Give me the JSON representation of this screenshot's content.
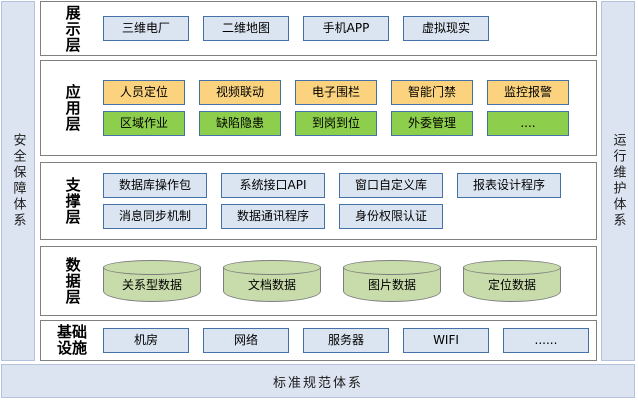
{
  "bands": {
    "left": {
      "name": "security-assurance-system",
      "text": "安全保障体系"
    },
    "right": {
      "name": "operation-maintenance-system",
      "text": "运行维护体系"
    },
    "bottom": {
      "name": "standards-specifications-system",
      "text": "标准规范体系"
    }
  },
  "colors": {
    "band_fill": "#dce4f1",
    "band_border": "#b4c2dc",
    "layer_border": "#808080",
    "box_blue_fill": "#dbe5f1",
    "box_gold_fill": "#fbd37f",
    "box_green_fill": "#8dce4c",
    "box_border": "#4472a8",
    "cylinder_fill": "#c7dcaa",
    "cylinder_border": "#7d7d7d"
  },
  "layers": [
    {
      "id": "presentation",
      "label": "展示层",
      "label_style": "vertical",
      "rows": [
        {
          "items": [
            {
              "label": "三维电厂",
              "style": "blue",
              "width": 86
            },
            {
              "label": "二维地图",
              "style": "blue",
              "width": 86
            },
            {
              "label": "手机APP",
              "style": "blue",
              "width": 86
            },
            {
              "label": "虚拟现实",
              "style": "blue",
              "width": 86
            }
          ]
        }
      ]
    },
    {
      "id": "application",
      "label": "应用层",
      "label_style": "vertical",
      "rows": [
        {
          "items": [
            {
              "label": "人员定位",
              "style": "gold",
              "width": 82
            },
            {
              "label": "视频联动",
              "style": "gold",
              "width": 82
            },
            {
              "label": "电子围栏",
              "style": "gold",
              "width": 82
            },
            {
              "label": "智能门禁",
              "style": "gold",
              "width": 82
            },
            {
              "label": "监控报警",
              "style": "gold",
              "width": 82
            }
          ]
        },
        {
          "items": [
            {
              "label": "区域作业",
              "style": "green",
              "width": 82
            },
            {
              "label": "缺陷隐患",
              "style": "green",
              "width": 82
            },
            {
              "label": "到岗到位",
              "style": "green",
              "width": 82
            },
            {
              "label": "外委管理",
              "style": "green",
              "width": 82
            },
            {
              "label": "....",
              "style": "green",
              "width": 82
            }
          ]
        }
      ]
    },
    {
      "id": "support",
      "label": "支撑层",
      "label_style": "vertical",
      "rows": [
        {
          "items": [
            {
              "label": "数据库操作包",
              "style": "blue",
              "width": 104
            },
            {
              "label": "系统接口API",
              "style": "blue",
              "width": 104
            },
            {
              "label": "窗口自定义库",
              "style": "blue",
              "width": 104
            },
            {
              "label": "报表设计程序",
              "style": "blue",
              "width": 104
            }
          ]
        },
        {
          "items": [
            {
              "label": "消息同步机制",
              "style": "blue",
              "width": 104
            },
            {
              "label": "数据通讯程序",
              "style": "blue",
              "width": 104
            },
            {
              "label": "身份权限认证",
              "style": "blue",
              "width": 104
            }
          ]
        }
      ]
    },
    {
      "id": "data",
      "label": "数据层",
      "label_style": "vertical",
      "cylinders": [
        {
          "label": "关系型数据"
        },
        {
          "label": "文档数据"
        },
        {
          "label": "图片数据"
        },
        {
          "label": "定位数据"
        }
      ]
    },
    {
      "id": "infra",
      "label": "基础\n设施",
      "label_style": "twoline",
      "rows": [
        {
          "items": [
            {
              "label": "机房",
              "style": "blue",
              "width": 86
            },
            {
              "label": "网络",
              "style": "blue",
              "width": 86
            },
            {
              "label": "服务器",
              "style": "blue",
              "width": 86
            },
            {
              "label": "WIFI",
              "style": "blue",
              "width": 86
            },
            {
              "label": "......",
              "style": "blue",
              "width": 86
            }
          ]
        }
      ]
    }
  ]
}
